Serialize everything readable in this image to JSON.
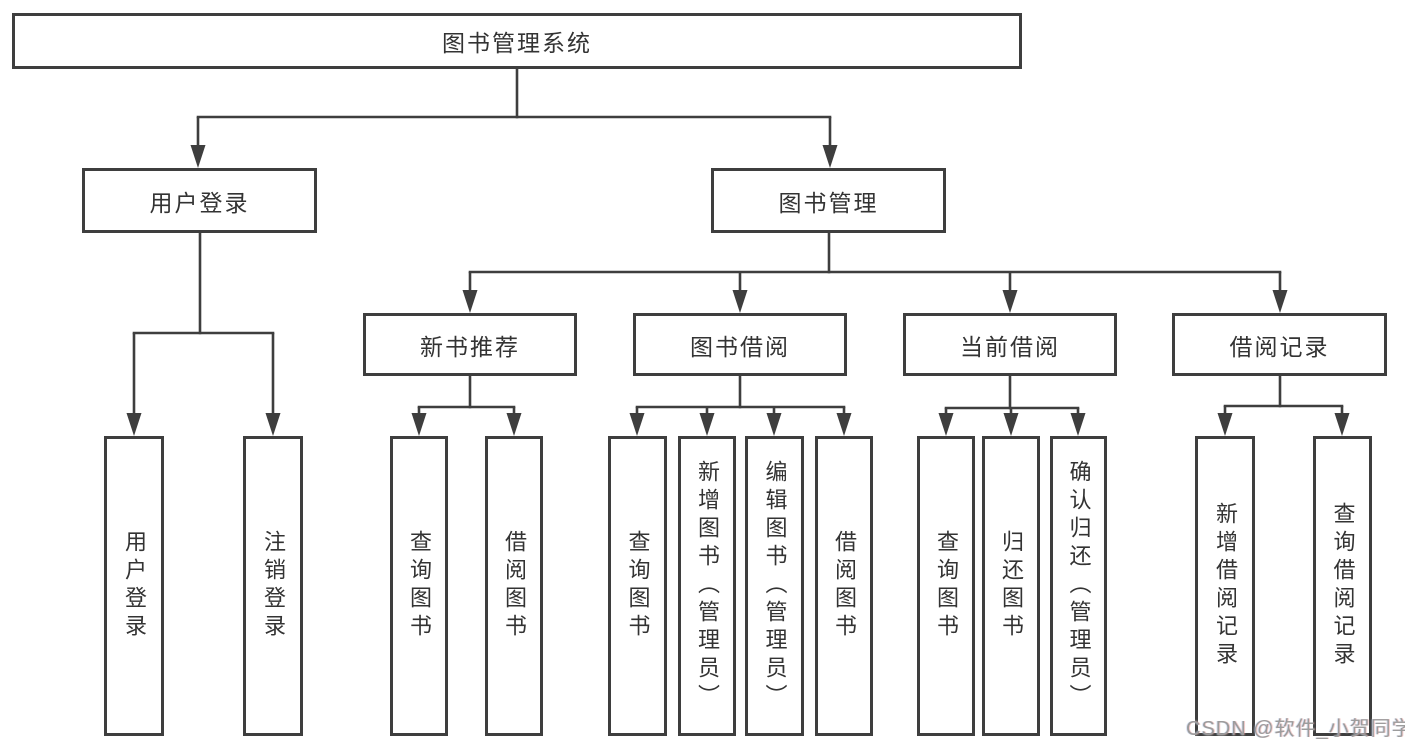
{
  "diagram_title": "图书管理系统",
  "nodes": {
    "root": "图书管理系统",
    "user_login": "用户登录",
    "book_mgmt": "图书管理",
    "new_books": "新书推荐",
    "book_borrow": "图书借阅",
    "current_borrow": "当前借阅",
    "borrow_records": "借阅记录",
    "leaf_user_login": "用户登录",
    "leaf_logout": "注销登录",
    "leaf_nb_query": "查询图书",
    "leaf_nb_borrow": "借阅图书",
    "leaf_bb_query": "查询图书",
    "leaf_bb_add": "新增图书（管理员）",
    "leaf_bb_edit": "编辑图书（管理员）",
    "leaf_bb_borrow": "借阅图书",
    "leaf_cb_query": "查询图书",
    "leaf_cb_return": "归还图书",
    "leaf_cb_confirm": "确认归还（管理员）",
    "leaf_br_add": "新增借阅记录",
    "leaf_br_query": "查询借阅记录"
  },
  "hierarchy": {
    "root": "图书管理系统",
    "children": [
      {
        "label": "用户登录",
        "children": [
          "用户登录",
          "注销登录"
        ]
      },
      {
        "label": "图书管理",
        "children": [
          {
            "label": "新书推荐",
            "children": [
              "查询图书",
              "借阅图书"
            ]
          },
          {
            "label": "图书借阅",
            "children": [
              "查询图书",
              "新增图书（管理员）",
              "编辑图书（管理员）",
              "借阅图书"
            ]
          },
          {
            "label": "当前借阅",
            "children": [
              "查询图书",
              "归还图书",
              "确认归还（管理员）"
            ]
          },
          {
            "label": "借阅记录",
            "children": [
              "新增借阅记录",
              "查询借阅记录"
            ]
          }
        ]
      }
    ]
  },
  "watermark": "CSDN @软件_小贺同学",
  "colors": {
    "line": "#3e3e3e",
    "text": "#333333",
    "background": "#ffffff",
    "watermark": "#9c9c9c"
  }
}
